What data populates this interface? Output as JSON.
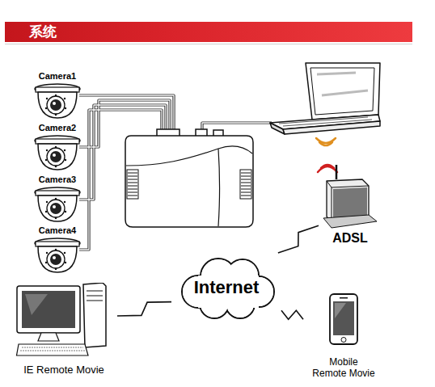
{
  "diagram": {
    "title": "系统",
    "nodes": [
      {
        "text": [
          "Camera1"
        ]
      },
      {
        "text": [
          "Camera2"
        ]
      },
      {
        "text": [
          "Camera3"
        ]
      },
      {
        "text": [
          "Camera4"
        ]
      },
      {
        "text": [
          "ADSL"
        ]
      },
      {
        "text": [
          "Internet"
        ]
      },
      {
        "text": [
          "IE Remote Movie"
        ]
      },
      {
        "text": [
          "Mobile Remote Movie"
        ]
      }
    ],
    "edges": [
      {
        "from": 4,
        "to": 5,
        "arrow": "none"
      },
      {
        "from": 5,
        "to": 6,
        "arrow": "none"
      },
      {
        "from": 5,
        "to": 7,
        "arrow": "none"
      }
    ]
  }
}
